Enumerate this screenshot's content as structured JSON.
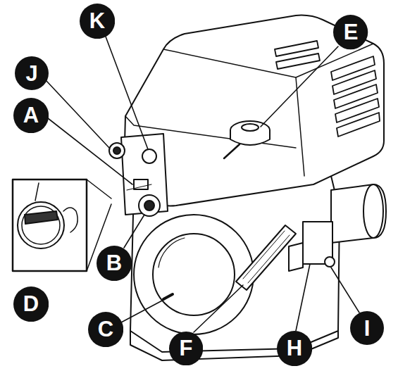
{
  "diagram": {
    "nodes": [
      {
        "text": [
          "K"
        ]
      },
      {
        "text": [
          "E"
        ]
      },
      {
        "text": [
          "J"
        ]
      },
      {
        "text": [
          "A"
        ]
      },
      {
        "text": [
          "B"
        ]
      },
      {
        "text": [
          "D"
        ]
      },
      {
        "text": [
          "C"
        ]
      },
      {
        "text": [
          "F"
        ]
      },
      {
        "text": [
          "H"
        ]
      },
      {
        "text": [
          "I"
        ]
      }
    ]
  }
}
